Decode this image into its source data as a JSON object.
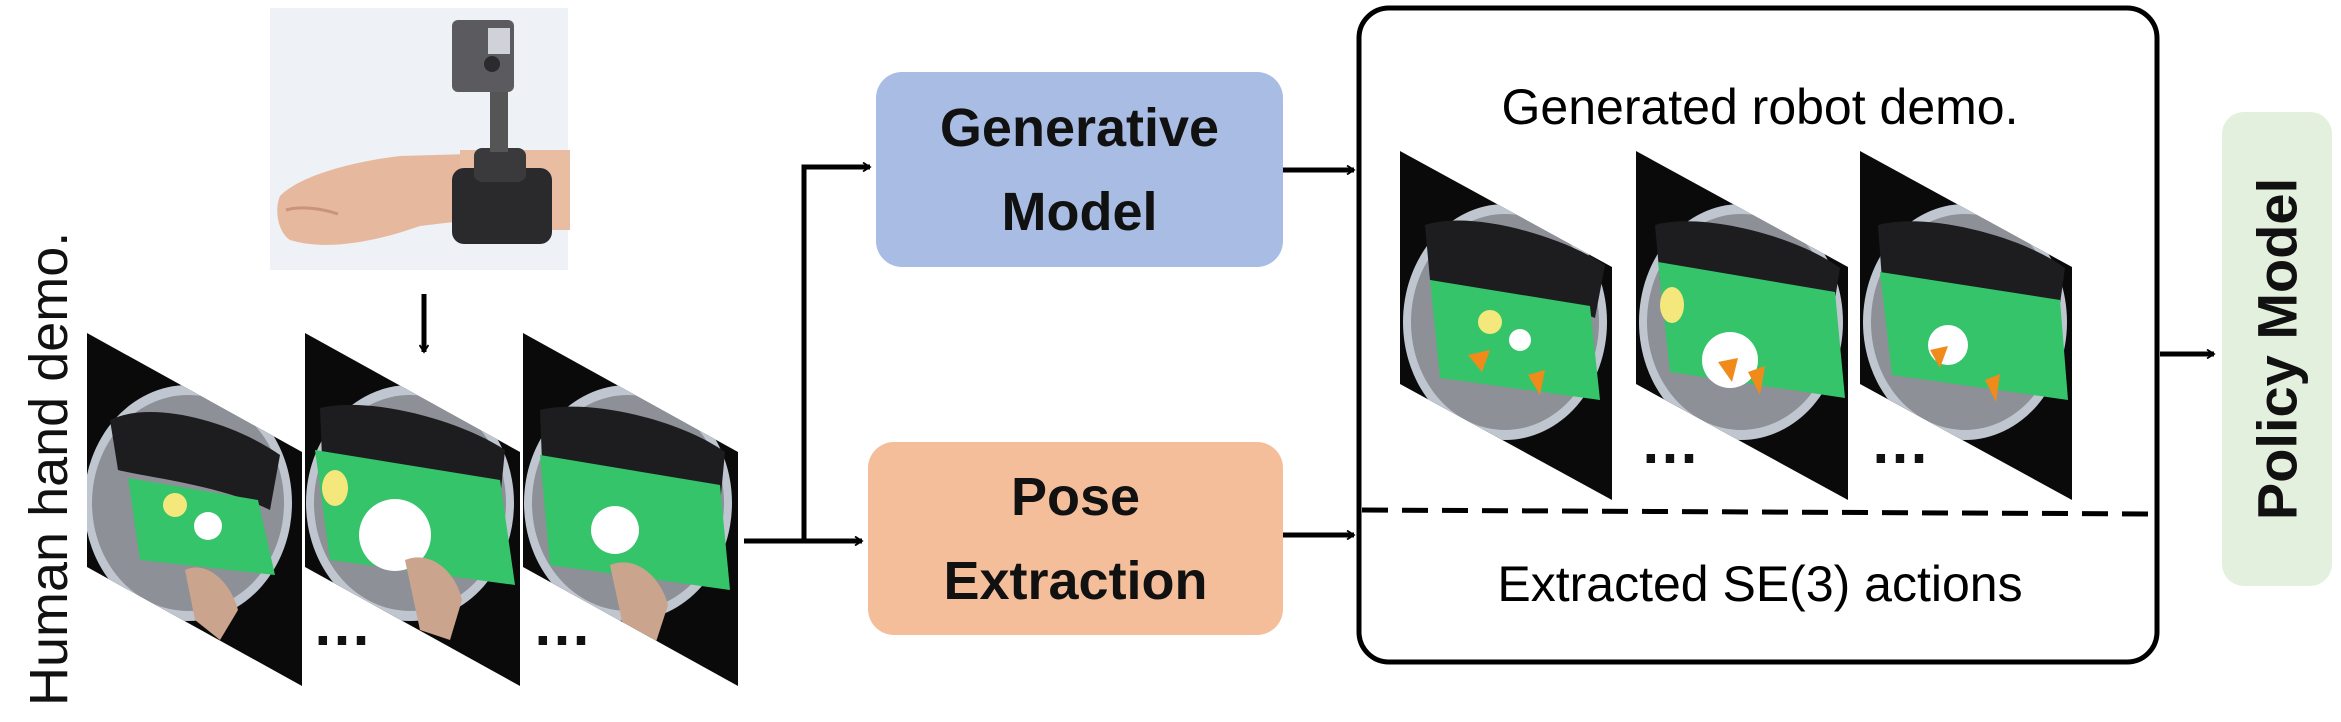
{
  "colors": {
    "generative_fill": "#a9bce3",
    "pose_fill": "#f4be9a",
    "policy_fill": "#e3f0de",
    "mat_green": "#35c46a",
    "arrow": "#000000"
  },
  "left": {
    "side_label": "Human hand demo.",
    "ellipsis": "…"
  },
  "generative_model": {
    "line1": "Generative",
    "line2": "Model"
  },
  "pose_extraction": {
    "line1": "Pose",
    "line2": "Extraction"
  },
  "output_panel": {
    "top_label": "Generated robot demo.",
    "bottom_label": "Extracted SE(3) actions",
    "ellipsis": "…"
  },
  "policy_model": {
    "label": "Policy Model"
  },
  "icons": {
    "camera_photo": "wrist-mounted-camera-photo",
    "frame": "fisheye-frame-thumbnail"
  }
}
